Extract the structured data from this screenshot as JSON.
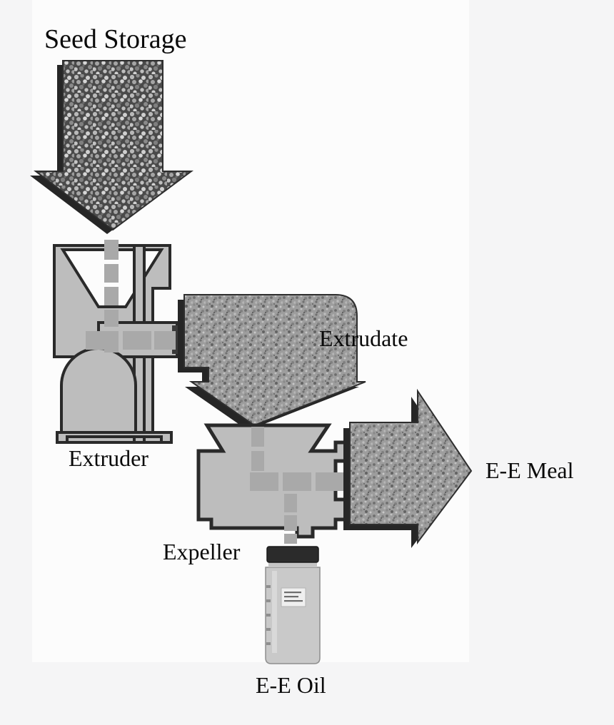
{
  "diagram": {
    "title_text": "Seed Storage",
    "type": "process-flow",
    "background_color": "#f5f5f6",
    "panel_color": "#fcfcfc",
    "ink_color": "#0a0a0a",
    "machine_fill": "#bdbdbd",
    "machine_stroke": "#2a2a2a",
    "flow_fill": "#a9a9a9",
    "shadow_color": "#262626"
  },
  "labels": {
    "seed_storage": "Seed Storage",
    "extruder": "Extruder",
    "extrudate": "Extrudate",
    "expeller": "Expeller",
    "ee_meal": "E-E Meal",
    "ee_oil": "E-E Oil"
  },
  "steps": [
    {
      "id": "seed-storage",
      "label": "Seed Storage",
      "kind": "material-arrow",
      "direction": "down"
    },
    {
      "id": "extruder",
      "label": "Extruder",
      "kind": "machine"
    },
    {
      "id": "extrudate",
      "label": "Extrudate",
      "kind": "material-arrow",
      "direction": "down"
    },
    {
      "id": "expeller",
      "label": "Expeller",
      "kind": "machine"
    },
    {
      "id": "ee-meal",
      "label": "E-E Meal",
      "kind": "material-arrow",
      "direction": "right"
    },
    {
      "id": "ee-oil",
      "label": "E-E Oil",
      "kind": "product-jar"
    }
  ],
  "jar": {
    "cap_color": "#2b2b2b",
    "glass_color": "#c9c9c9",
    "label_color": "#efefef",
    "label_lines": [
      "",
      "",
      ""
    ]
  }
}
